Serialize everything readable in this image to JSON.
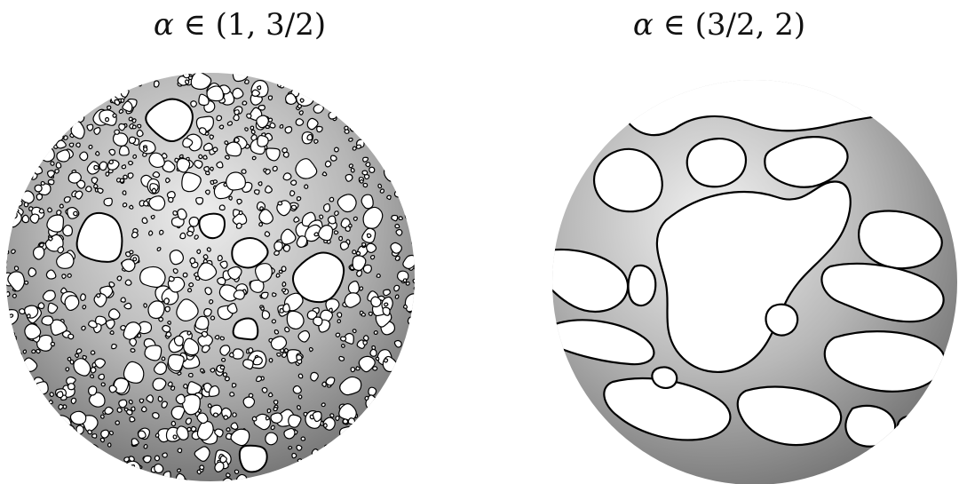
{
  "panels": [
    {
      "id": "left",
      "symbol": "α",
      "relation": " ∈ ",
      "interval": "(1, 3/2)"
    },
    {
      "id": "right",
      "symbol": "α",
      "relation": " ∈ ",
      "interval": "(3/2, 2)"
    }
  ],
  "colors": {
    "fill_light": "#e6e6e6",
    "fill_dark": "#6a6a6a",
    "stroke": "#000000",
    "hole": "#ffffff"
  }
}
